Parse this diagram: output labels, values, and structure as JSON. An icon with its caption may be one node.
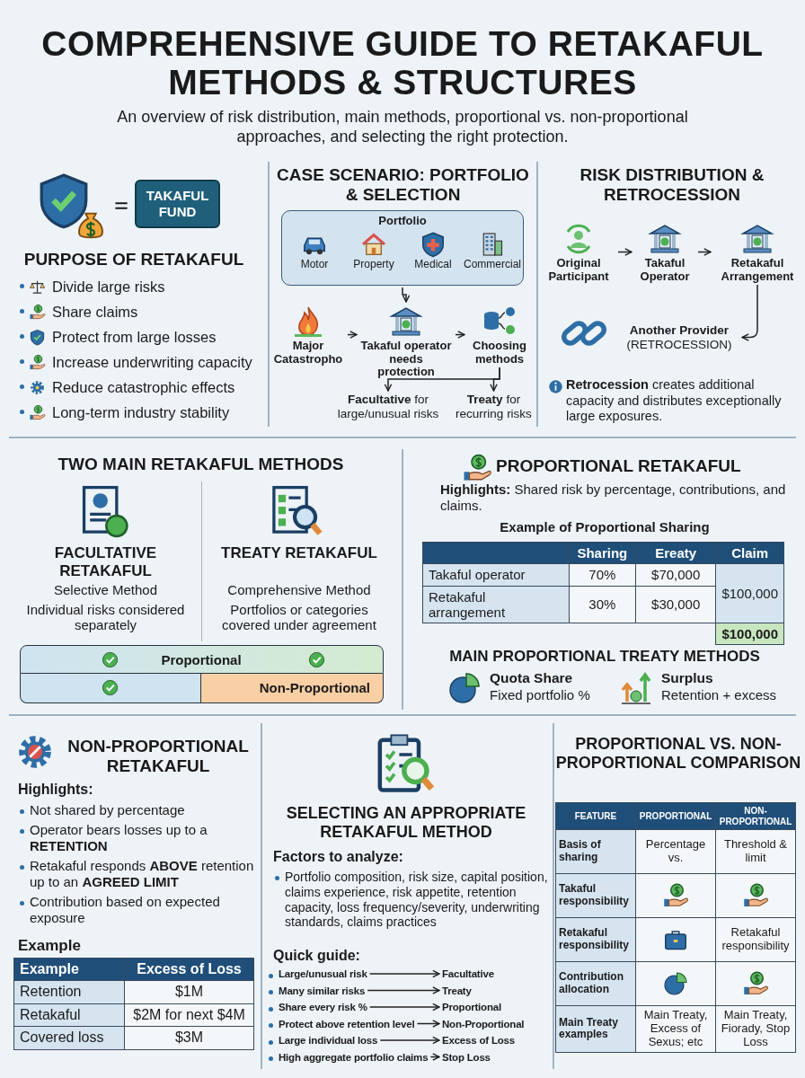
{
  "diagram": {
    "title": "COMPREHENSIVE GUIDE TO RETAKAFUL METHODS & STRUCTURES",
    "nodes": [
      {
        "text": [
          "TAKAFUL FUND"
        ]
      },
      {
        "text": [
          "Portfolio"
        ]
      },
      {
        "text": [
          "Motor"
        ],
        "in": 1
      },
      {
        "text": [
          "Property"
        ],
        "in": 1
      },
      {
        "text": [
          "Medical"
        ],
        "in": 1
      },
      {
        "text": [
          "Commercial"
        ],
        "in": 1
      },
      {
        "text": [
          "Major Catastropho"
        ]
      },
      {
        "text": [
          "Takaful operator needs protection"
        ]
      },
      {
        "text": [
          "Choosing methods"
        ]
      },
      {
        "text": [
          "**Facultative** for large/unusual risks"
        ]
      },
      {
        "text": [
          "**Treaty** for recurring risks"
        ]
      },
      {
        "text": [
          "Original Participant"
        ]
      },
      {
        "text": [
          "Takaful Operator"
        ]
      },
      {
        "text": [
          "Retakaful Arrangement"
        ]
      },
      {
        "text": [
          "Another Provider",
          "(RETROCESSION)"
        ]
      },
      {
        "text": [
          "Large/unusual risk"
        ]
      },
      {
        "text": [
          "Facultative"
        ]
      },
      {
        "text": [
          "Many similar risks"
        ]
      },
      {
        "text": [
          "Treaty"
        ]
      },
      {
        "text": [
          "Share every risk %"
        ]
      },
      {
        "text": [
          "Proportional"
        ]
      },
      {
        "text": [
          "Protect above retention level"
        ]
      },
      {
        "text": [
          "Non-Proportional"
        ]
      },
      {
        "text": [
          "Large individual loss"
        ]
      },
      {
        "text": [
          "Excess of Loss"
        ]
      },
      {
        "text": [
          "High aggregate portfolio claims"
        ]
      },
      {
        "text": [
          "Stop Loss"
        ]
      }
    ],
    "edges": [
      {
        "from": 1,
        "to": 7,
        "arrow": "to"
      },
      {
        "from": 6,
        "to": 7,
        "arrow": "to"
      },
      {
        "from": 7,
        "to": 8,
        "arrow": "to"
      },
      {
        "from": 8,
        "to": 9,
        "arrow": "to"
      },
      {
        "from": 8,
        "to": 10,
        "arrow": "to"
      },
      {
        "from": 11,
        "to": 12,
        "arrow": "to"
      },
      {
        "from": 12,
        "to": 13,
        "arrow": "to"
      },
      {
        "from": 13,
        "to": 14,
        "arrow": "to"
      },
      {
        "from": 15,
        "to": 16,
        "arrow": "to"
      },
      {
        "from": 17,
        "to": 18,
        "arrow": "to"
      },
      {
        "from": 19,
        "to": 20,
        "arrow": "to"
      },
      {
        "from": 21,
        "to": 22,
        "arrow": "to"
      },
      {
        "from": 23,
        "to": 24,
        "arrow": "to"
      },
      {
        "from": 25,
        "to": 26,
        "arrow": "to"
      }
    ],
    "labels": [
      "An overview of risk distribution, main methods, proportional vs. non-proportional approaches, and selecting the right protection.",
      "PURPOSE OF RETAKAFUL",
      "Divide large risks",
      "Share claims",
      "Protect from large losses",
      "Increase underwriting capacity",
      "Reduce catastrophic effects",
      "Long-term industry stability",
      "CASE SCENARIO: PORTFOLIO & SELECTION",
      "RISK DISTRIBUTION & RETROCESSION",
      "**Retrocession** creates additional capacity and distributes exceptionally large exposures.",
      "TWO MAIN RETAKAFUL METHODS",
      "FACULTATIVE RETAKAFUL",
      "Selective Method",
      "Individual risks considered separately",
      "TREATY RETAKAFUL",
      "Comprehensive Method",
      "Portfolios or categories covered under agreement",
      "Proportional",
      "Non-Proportional",
      "PROPORTIONAL RETAKAFUL",
      "**Highlights:** Shared risk by percentage, contributions, and claims.",
      "Example of Proportional Sharing",
      "Sharing",
      "Ereaty",
      "Claim",
      "Takaful operator",
      "70%",
      "$70,000",
      "$100,000",
      "Retakaful arrangement",
      "30%",
      "$30,000",
      "$100,000",
      "MAIN PROPORTIONAL TREATY METHODS",
      "Quota Share",
      "Fixed portfolio %",
      "Surplus",
      "Retention + excess",
      "NON-PROPORTIONAL RETAKAFUL",
      "Highlights:",
      "Not shared by percentage",
      "Operator bears losses up to a **RETENTION**",
      "Retakaful responds **ABOVE** retention up to an **AGREED LIMIT**",
      "Contribution based on expected exposure",
      "Example",
      "Example",
      "Excess of Loss",
      "Retention",
      "$1M",
      "Retakaful",
      "$2M for next $4M",
      "Covered loss",
      "$3M",
      "SELECTING AN APPROPRIATE RETAKAFUL METHOD",
      "Factors to analyze:",
      "Portfolio composition, risk size, capital position, claims experience, risk appetite, retention capacity, loss frequency/severity, underwriting standards, claims practices",
      "Quick guide:",
      "PROPORTIONAL VS. NON-PROPORTIONAL COMPARISON",
      "FEATURE",
      "PROPORTIONAL",
      "NON-PROPORTIONAL",
      "Basis of sharing",
      "Percentage vs.",
      "Threshold & limit",
      "Takaful responsibility",
      "Retakaful responsibility",
      "Retakaful responsibility",
      "Contribution allocation",
      "Main Treaty examples",
      "Main Treaty, Excess of Sexus; etc",
      "Main Treaty, Fiorady, Stop Loss"
    ]
  }
}
